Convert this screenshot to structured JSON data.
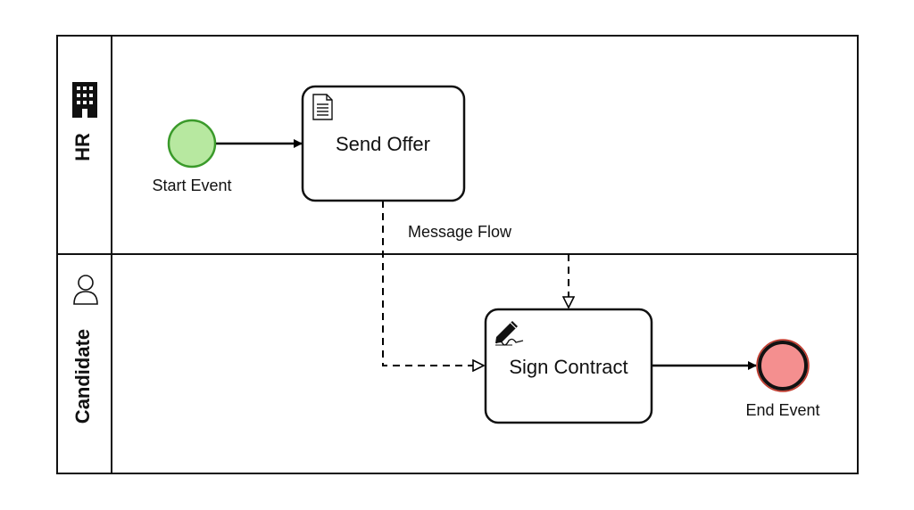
{
  "lanes": [
    {
      "label": "HR",
      "icon": "building-icon"
    },
    {
      "label": "Candidate",
      "icon": "user-icon"
    }
  ],
  "events": {
    "start": {
      "label": "Start Event",
      "fill": "#b7e8a0",
      "stroke": "#3a9a2a"
    },
    "end": {
      "label": "End Event",
      "fill": "#f48f8f",
      "stroke": "#111111",
      "inner_stroke": "#c0392b"
    }
  },
  "tasks": [
    {
      "label": "Send Offer",
      "icon": "document-icon"
    },
    {
      "label": "Sign Contract",
      "icon": "signature-icon"
    }
  ],
  "flows": {
    "message_label": "Message Flow"
  }
}
